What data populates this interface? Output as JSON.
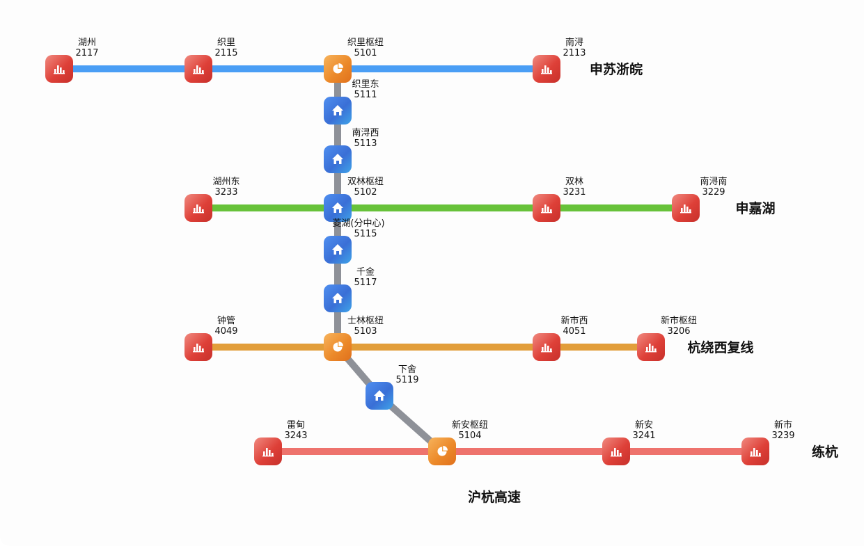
{
  "colors": {
    "trunk": "#8e9198",
    "station_red": "#e0413a",
    "hub_orange": "#ec8a2a",
    "relay_blue": "#3a6fd6"
  },
  "icons": {
    "station": "bar-chart-icon",
    "hub": "pie-chart-icon",
    "relay": "home-icon"
  },
  "nodes": [
    {
      "id": "huzhou",
      "name": "湖州",
      "code": "2117",
      "type": "station"
    },
    {
      "id": "zhili",
      "name": "织里",
      "code": "2115",
      "type": "station"
    },
    {
      "id": "zhili-hub",
      "name": "织里枢纽",
      "code": "5101",
      "type": "hub"
    },
    {
      "id": "nanxun",
      "name": "南浔",
      "code": "2113",
      "type": "station"
    },
    {
      "id": "zhili-east",
      "name": "织里东",
      "code": "5111",
      "type": "relay"
    },
    {
      "id": "nanxun-west",
      "name": "南浔西",
      "code": "5113",
      "type": "relay"
    },
    {
      "id": "huzhou-east",
      "name": "湖州东",
      "code": "3233",
      "type": "station"
    },
    {
      "id": "shuanglin-hub",
      "name": "双林枢纽",
      "code": "5102",
      "type": "relay"
    },
    {
      "id": "shuanglin",
      "name": "双林",
      "code": "3231",
      "type": "station"
    },
    {
      "id": "nanxun-south",
      "name": "南浔南",
      "code": "3229",
      "type": "station"
    },
    {
      "id": "linghu",
      "name": "菱湖(分中心)",
      "code": "5115",
      "type": "relay"
    },
    {
      "id": "qianjin",
      "name": "千金",
      "code": "5117",
      "type": "relay"
    },
    {
      "id": "zhongguan",
      "name": "钟管",
      "code": "4049",
      "type": "station"
    },
    {
      "id": "shilin-hub",
      "name": "士林枢纽",
      "code": "5103",
      "type": "hub"
    },
    {
      "id": "xinshi-west",
      "name": "新市西",
      "code": "4051",
      "type": "station"
    },
    {
      "id": "xinshi-hub",
      "name": "新市枢纽",
      "code": "3206",
      "type": "station"
    },
    {
      "id": "xiashe",
      "name": "下舍",
      "code": "5119",
      "type": "relay"
    },
    {
      "id": "leidian",
      "name": "雷甸",
      "code": "3243",
      "type": "station"
    },
    {
      "id": "xinan-hub",
      "name": "新安枢纽",
      "code": "5104",
      "type": "hub"
    },
    {
      "id": "xinan",
      "name": "新安",
      "code": "3241",
      "type": "station"
    },
    {
      "id": "xinshi",
      "name": "新市",
      "code": "3239",
      "type": "station"
    }
  ],
  "lines": [
    {
      "id": "shensu-zhewan",
      "name": "申苏浙皖",
      "color": "#4a9ef5",
      "stops": [
        "huzhou",
        "zhili",
        "zhili-hub",
        "nanxun"
      ]
    },
    {
      "id": "shen-jia-hu",
      "name": "申嘉湖",
      "color": "#67c23a",
      "stops": [
        "huzhou-east",
        "shuanglin-hub",
        "shuanglin",
        "nanxun-south"
      ]
    },
    {
      "id": "hangrao",
      "name": "杭绕西复线",
      "color": "#e29e3a",
      "stops": [
        "zhongguan",
        "shilin-hub",
        "xinshi-west",
        "xinshi-hub"
      ]
    },
    {
      "id": "lianhang",
      "name": "练杭",
      "color": "#ee736d",
      "stops": [
        "leidian",
        "xinan-hub",
        "xinan",
        "xinshi"
      ]
    }
  ],
  "trunk": {
    "name": "沪杭高速",
    "stops": [
      "zhili-hub",
      "zhili-east",
      "nanxun-west",
      "shuanglin-hub",
      "linghu",
      "qianjin",
      "shilin-hub",
      "xiashe",
      "xinan-hub"
    ]
  }
}
